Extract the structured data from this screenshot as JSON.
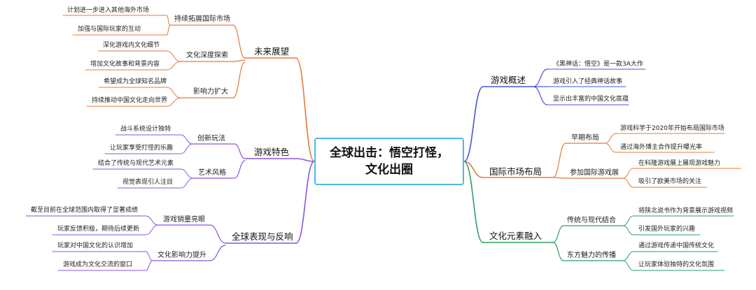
{
  "root": {
    "line1": "全球出击：悟空打怪，",
    "line2": "文化出圈"
  },
  "colors": {
    "orange": "#e8793a",
    "purple": "#8a55e0",
    "blue": "#4a55d8",
    "green": "#2e9e64",
    "root_border": "#4fb8e8"
  },
  "branches": {
    "future": {
      "label": "未来展望",
      "subs": [
        {
          "label": "持续拓展国际市场",
          "leaves": [
            "计划进一步进入其他海外市场",
            "加强与国际玩家的互动"
          ]
        },
        {
          "label": "文化深度探索",
          "leaves": [
            "深化游戏内文化细节",
            "增加文化故事和背景内容"
          ]
        },
        {
          "label": "影响力扩大",
          "leaves": [
            "希望成为全球知名品牌",
            "持续推动中国文化走向世界"
          ]
        }
      ]
    },
    "features": {
      "label": "游戏特色",
      "subs": [
        {
          "label": "创新玩法",
          "leaves": [
            "战斗系统设计独特",
            "让玩家享受打怪的乐趣"
          ]
        },
        {
          "label": "艺术风格",
          "leaves": [
            "结合了传统与现代艺术元素",
            "视觉表现引人注目"
          ]
        }
      ]
    },
    "performance": {
      "label": "全球表现与反响",
      "subs": [
        {
          "label": "游戏销量亮眼",
          "leaves": [
            "截至目前在全球范围内取得了显著成绩",
            "玩家反馈积极，期待后续更新"
          ]
        },
        {
          "label": "文化影响力提升",
          "leaves": [
            "玩家对中国文化的认识增加",
            "游戏成为文化交流的窗口"
          ]
        }
      ]
    },
    "overview": {
      "label": "游戏概述",
      "leaves": [
        "《黑神话：悟空》是一款3A大作",
        "游戏引入了经典神话故事",
        "显示出丰富的中国文化底蕴"
      ]
    },
    "market": {
      "label": "国际市场布局",
      "subs": [
        {
          "label": "早期布局",
          "leaves": [
            "游戏科学于2020年开始布局国际市场",
            "通过海外博主合作提升曝光率"
          ]
        },
        {
          "label": "参加国际游戏展",
          "leaves": [
            "在科隆游戏展上展现游戏魅力",
            "吸引了欧美市场的关注"
          ]
        }
      ]
    },
    "culture": {
      "label": "文化元素融入",
      "subs": [
        {
          "label": "传统与现代结合",
          "leaves": [
            "将陕北说书作为背景展示游戏视频",
            "引发国外玩家的兴趣"
          ]
        },
        {
          "label": "东方魅力的传播",
          "leaves": [
            "通过游戏传递中国传统文化",
            "让玩家体验独特的文化氛围"
          ]
        }
      ]
    }
  }
}
